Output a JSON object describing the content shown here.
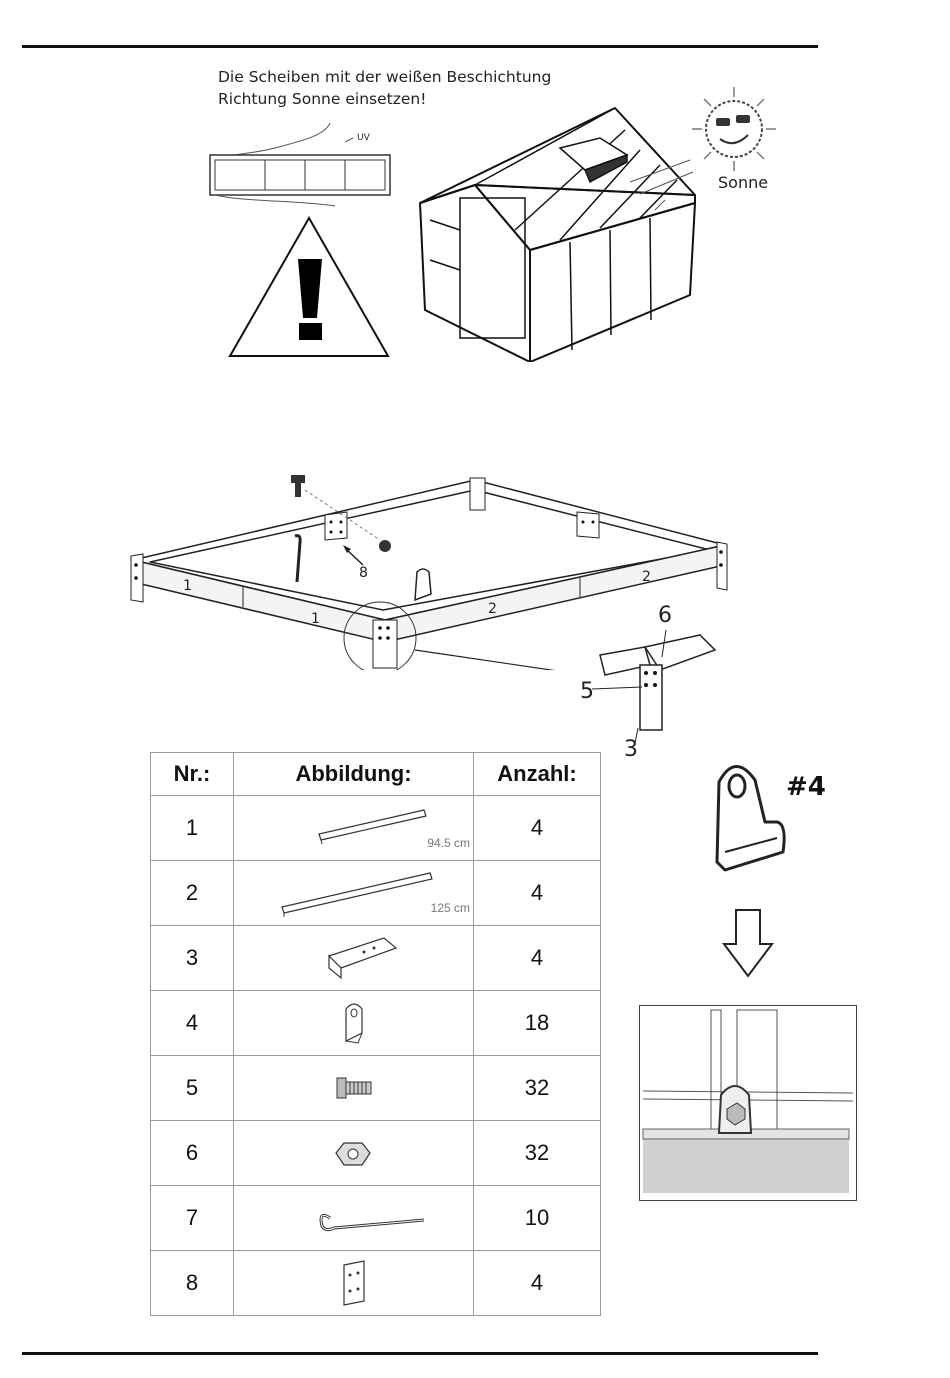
{
  "notice": {
    "line1": "Die Scheiben mit der weißen Beschichtung",
    "line2": "Richtung Sonne einsetzen!",
    "uv_label": "UV",
    "sun_label": "Sonne"
  },
  "frame_diagram": {
    "labels": [
      "1",
      "1",
      "2",
      "2",
      "8",
      "6",
      "5",
      "3"
    ]
  },
  "parts_table": {
    "headers": [
      "Nr.:",
      "Abbildung:",
      "Anzahl:"
    ],
    "rows": [
      {
        "nr": "1",
        "dimension": "94.5 cm",
        "icon": "short-rail-icon",
        "qty": "4"
      },
      {
        "nr": "2",
        "dimension": "125 cm",
        "icon": "long-rail-icon",
        "qty": "4"
      },
      {
        "nr": "3",
        "dimension": "",
        "icon": "angle-bracket-icon",
        "qty": "4"
      },
      {
        "nr": "4",
        "dimension": "",
        "icon": "clip-icon",
        "qty": "18"
      },
      {
        "nr": "5",
        "dimension": "",
        "icon": "bolt-icon",
        "qty": "32"
      },
      {
        "nr": "6",
        "dimension": "",
        "icon": "nut-icon",
        "qty": "32"
      },
      {
        "nr": "7",
        "dimension": "",
        "icon": "ground-hook-icon",
        "qty": "10"
      },
      {
        "nr": "8",
        "dimension": "",
        "icon": "plate-icon",
        "qty": "4"
      }
    ]
  },
  "detail": {
    "tag": "#4"
  }
}
